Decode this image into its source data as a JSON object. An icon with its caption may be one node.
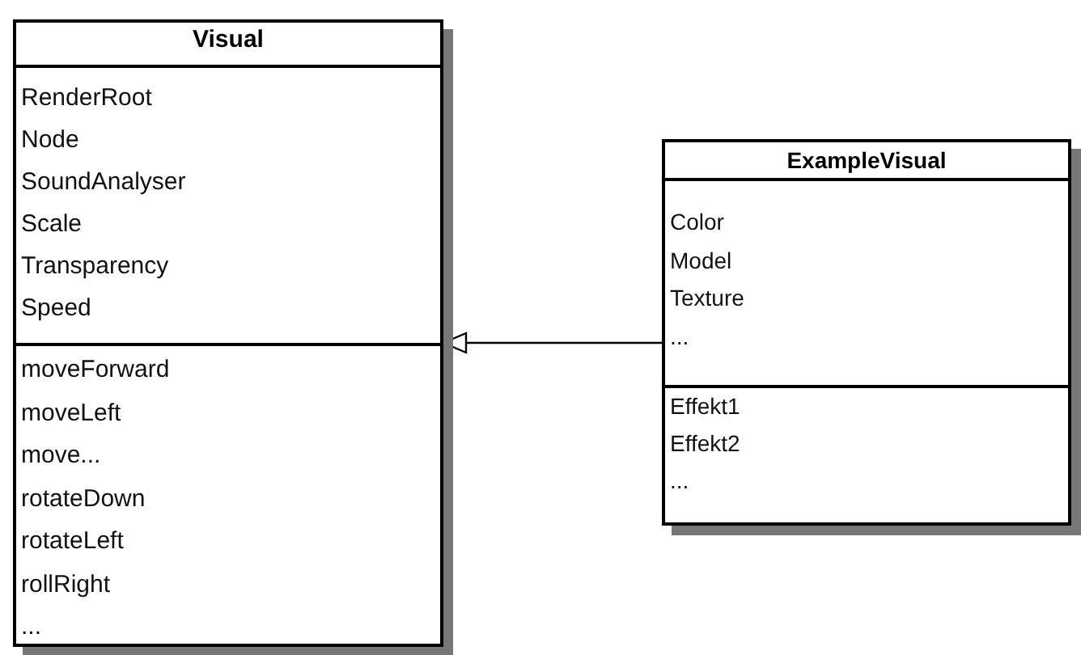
{
  "diagram": {
    "nodes": [
      {
        "text": [
          "Visual"
        ]
      },
      {
        "text": [
          "RenderRoot",
          "Node",
          "SoundAnalyser",
          "Scale",
          "Transparency",
          "Speed"
        ],
        "in": 0
      },
      {
        "text": [
          "moveForward",
          "moveLeft",
          "move...",
          "rotateDown",
          "rotateLeft",
          "rollRight",
          "..."
        ],
        "in": 0
      },
      {
        "text": [
          "ExampleVisual"
        ]
      },
      {
        "text": [
          "Color",
          "Model",
          "Texture",
          "..."
        ],
        "in": 3
      },
      {
        "text": [
          "Effekt1",
          "Effekt2",
          "..."
        ],
        "in": 3
      }
    ],
    "edges": [
      {
        "from": 3,
        "to": 0,
        "arrow": "to"
      }
    ]
  }
}
